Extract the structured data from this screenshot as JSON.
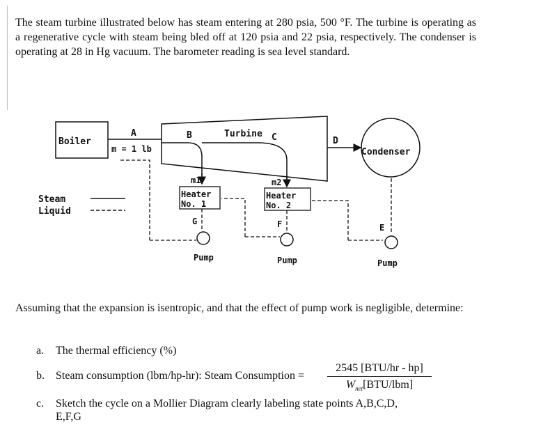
{
  "problem_statement": "The steam turbine illustrated below has steam entering at 280 psia, 500 °F. The turbine is operating as a regenerative cycle with steam being bled off at 120 psia and 22 psia, respectively. The condenser is operating at 28 in Hg vacuum. The barometer reading is sea level standard.",
  "diagram": {
    "boiler": "Boiler",
    "mass_label": "m = 1 lb",
    "turbine": "Turbine",
    "condenser": "Condenser",
    "heater1_line1": "Heater",
    "heater1_line2": "No. 1",
    "heater2_line1": "Heater",
    "heater2_line2": "No. 2",
    "bleed1": "m1",
    "bleed2": "m2",
    "legend_steam": "Steam",
    "legend_liquid": "Liquid",
    "pump1": "Pump",
    "pump2": "Pump",
    "pump3": "Pump",
    "points": {
      "A": "A",
      "B": "B",
      "C": "C",
      "D": "D",
      "E": "E",
      "F": "F",
      "G": "G"
    }
  },
  "assumption": "Assuming that the expansion is isentropic, and that the effect of pump work is negligible, determine:",
  "questions": [
    {
      "marker": "a.",
      "text": "The thermal efficiency (%)"
    },
    {
      "marker": "b.",
      "text": "Steam consumption (lbm/hp-hr): Steam Consumption ="
    },
    {
      "marker": "c.",
      "text": "Sketch the cycle on a Mollier Diagram clearly labeling state points A,B,C,D,",
      "text_line2": "E,F,G"
    }
  ],
  "formula": {
    "numerator": "2545 [BTU/hr - hp]",
    "denominator_symbol": "W",
    "denominator_subscript": "net",
    "denominator_unit": "[BTU/lbm]"
  }
}
